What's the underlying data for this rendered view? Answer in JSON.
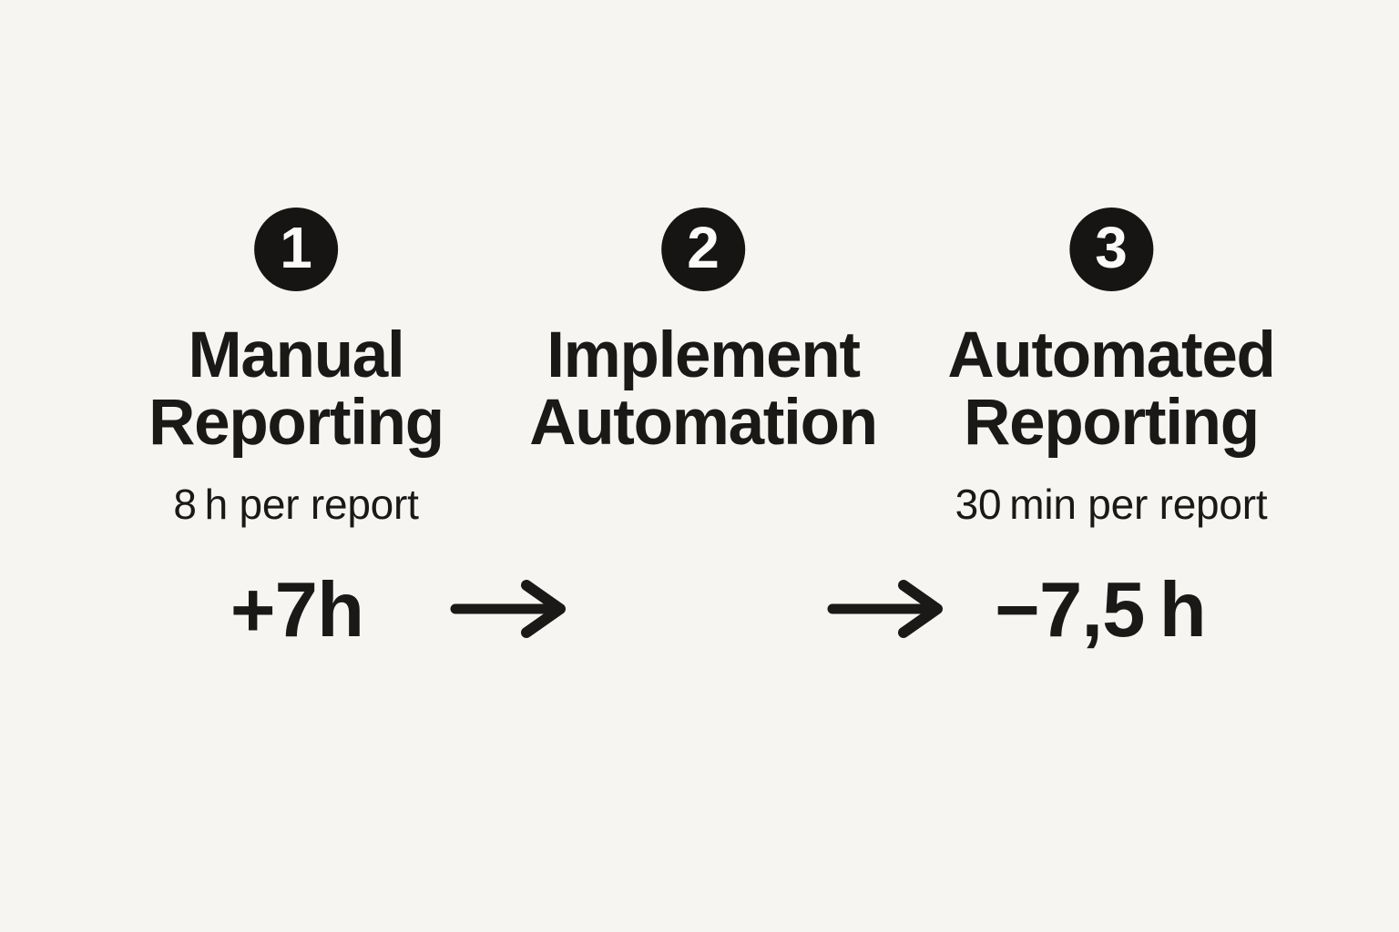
{
  "colors": {
    "background": "#f6f5f2",
    "text": "#1a1918",
    "badge_fill": "#161514",
    "badge_number": "#fbfaf8"
  },
  "steps": [
    {
      "number": "1",
      "title": "Manual\nReporting",
      "subtitle": "8 h per report"
    },
    {
      "number": "2",
      "title": "Implement\nAutomation",
      "subtitle": ""
    },
    {
      "number": "3",
      "title": "Automated\nReporting",
      "subtitle": "30 min per report"
    }
  ],
  "metrics": {
    "before": "+7h",
    "after": "−7,5 h"
  },
  "icons": {
    "arrow_right": "→"
  }
}
